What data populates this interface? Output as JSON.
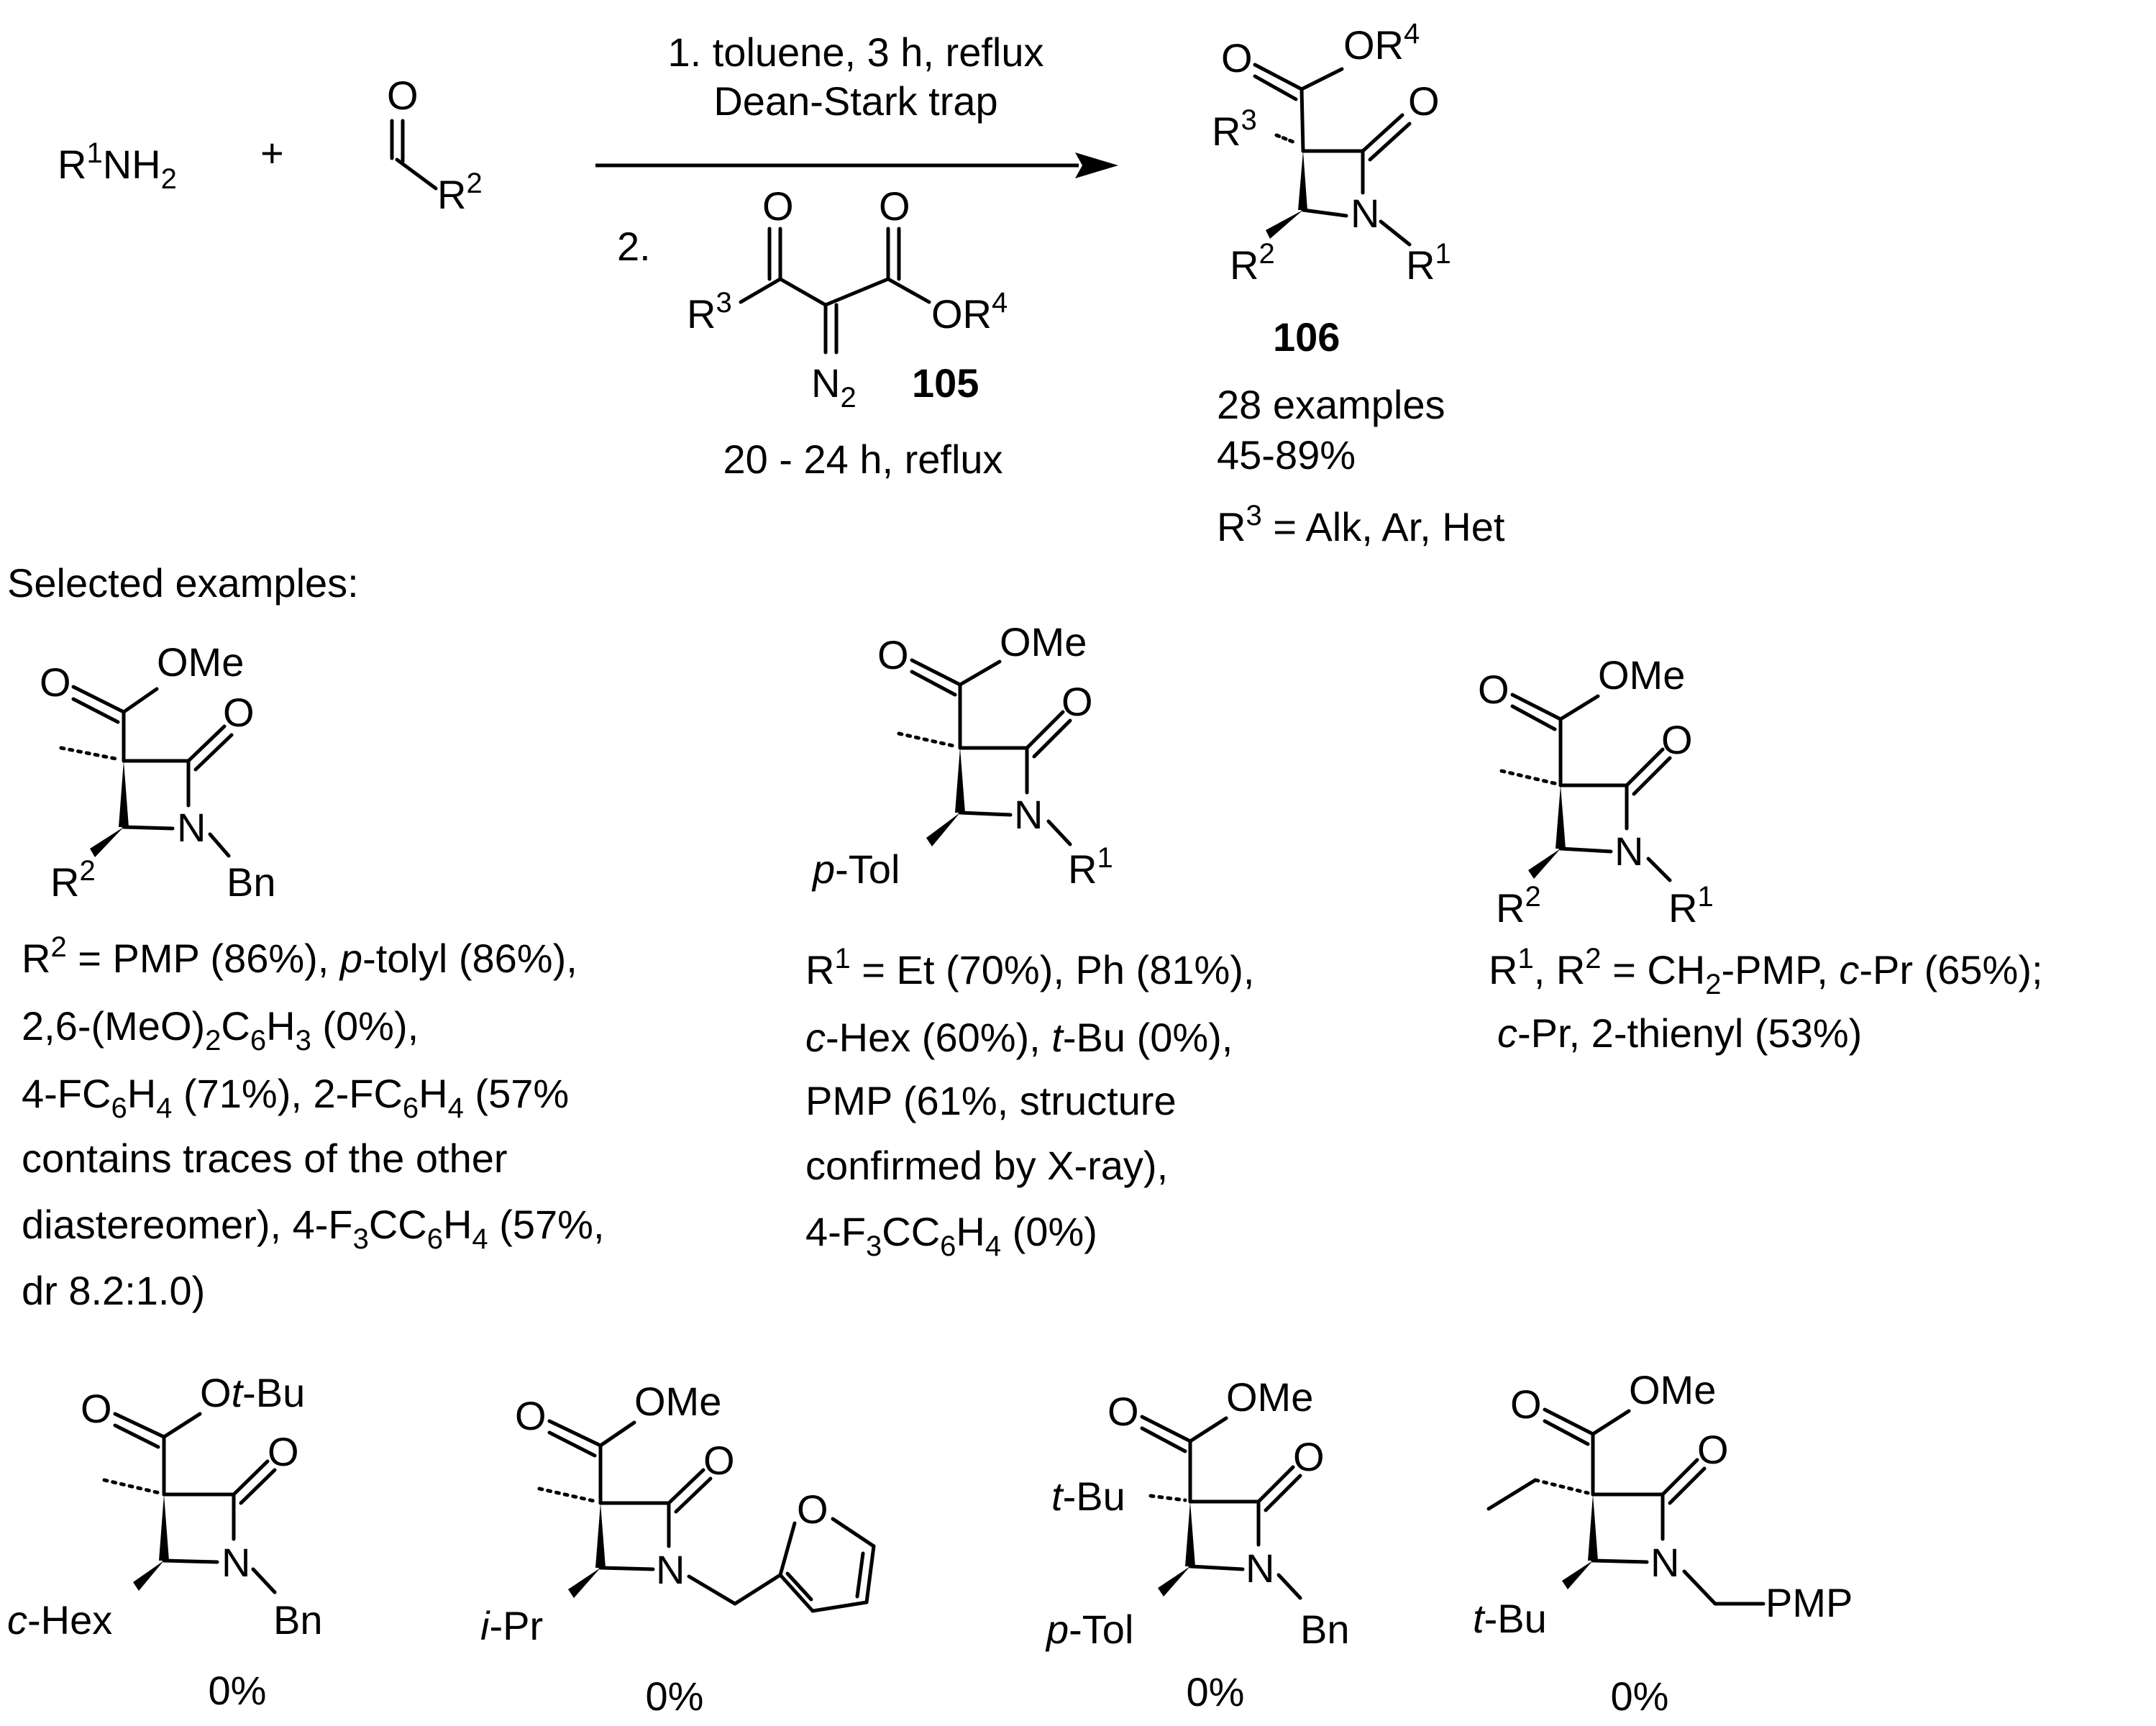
{
  "reactants": {
    "amine": {
      "pre": "R",
      "sup": "1",
      "mid": "NH",
      "sub": "2"
    },
    "plus": "+",
    "aldehyde": {
      "o": "O",
      "r": "R",
      "sup": "2"
    }
  },
  "conditions": {
    "step1_line1": "1. toluene, 3 h, reflux",
    "step1_line2": "Dean-Stark trap",
    "step2_num": "2.",
    "step2_time": "20 - 24 h, reflux"
  },
  "diazo_105": {
    "r3": "R",
    "r3_sup": "3",
    "o": "O",
    "or4": "OR",
    "or4_sup": "4",
    "n2": "N",
    "n2_sub": "2",
    "label": "105"
  },
  "product_106": {
    "o": "O",
    "or4": "OR",
    "or4_sup": "4",
    "r3": "R",
    "r3_sup": "3",
    "r2": "R",
    "r2_sup": "2",
    "n": "N",
    "r1": "R",
    "r1_sup": "1",
    "label": "106",
    "examples_count": "28 examples",
    "yield_range": "45-89%",
    "r3_scope": {
      "pre": "R",
      "sup": "3",
      "post": " = Alk, Ar, Het"
    }
  },
  "selected_title": "Selected examples:",
  "ex1": {
    "ome": "OMe",
    "o": "O",
    "n": "N",
    "bn": "Bn",
    "r2": "R",
    "r2_sup": "2",
    "note": {
      "l1_a": "R",
      "l1_sup": "2",
      "l1_b": " = PMP (86%), ",
      "l1_i": "p",
      "l1_c": "-tolyl (86%),",
      "l2_a": "2,6-(MeO)",
      "l2_s1": "2",
      "l2_b": "C",
      "l2_s2": "6",
      "l2_c": "H",
      "l2_s3": "3",
      "l2_d": " (0%),",
      "l3_a": "4-FC",
      "l3_s1": "6",
      "l3_b": "H",
      "l3_s2": "4",
      "l3_c": " (71%), 2-FC",
      "l3_s3": "6",
      "l3_d": "H",
      "l3_s4": "4",
      "l3_e": " (57%",
      "l4": "contains traces of the other",
      "l5_a": "diastereomer), 4-F",
      "l5_s1": "3",
      "l5_b": "CC",
      "l5_s2": "6",
      "l5_c": "H",
      "l5_s3": "4",
      "l5_d": " (57%,",
      "l6": "dr 8.2:1.0)"
    }
  },
  "ex2": {
    "ome": "OMe",
    "o": "O",
    "n": "N",
    "ptol_i": "p",
    "ptol": "-Tol",
    "r1": "R",
    "r1_sup": "1",
    "note": {
      "l1_a": "R",
      "l1_sup": "1",
      "l1_b": " = Et (70%), Ph (81%),",
      "l2_i1": "c",
      "l2_a": "-Hex (60%), ",
      "l2_i2": "t",
      "l2_b": "-Bu (0%),",
      "l3": "PMP (61%, structure",
      "l4": "confirmed by X-ray),",
      "l5_a": "4-F",
      "l5_s1": "3",
      "l5_b": "CC",
      "l5_s2": "6",
      "l5_c": "H",
      "l5_s3": "4",
      "l5_d": " (0%)"
    }
  },
  "ex3": {
    "ome": "OMe",
    "o": "O",
    "n": "N",
    "r2": "R",
    "r2_sup": "2",
    "r1": "R",
    "r1_sup": "1",
    "note": {
      "l1_a": "R",
      "l1_s1": "1",
      "l1_b": ", R",
      "l1_s2": "2",
      "l1_c": " = CH",
      "l1_s3": "2",
      "l1_d": "-PMP,  ",
      "l1_i": "c",
      "l1_e": "-Pr (65%);",
      "l2_i": "c",
      "l2_a": "-Pr,  2-thienyl  (53%)"
    }
  },
  "ex4": {
    "o": "O",
    "ot": "O",
    "ot_i": "t",
    "ot_b": "-Bu",
    "n": "N",
    "bn": "Bn",
    "chex_i": "c",
    "chex": "-Hex",
    "yield": "0%"
  },
  "ex5": {
    "o": "O",
    "ome": "OMe",
    "n": "N",
    "ipr_i": "i",
    "ipr": "-Pr",
    "furan_o": "O",
    "yield": "0%"
  },
  "ex6": {
    "o": "O",
    "ome": "OMe",
    "tbu_i": "t",
    "tbu": "-Bu",
    "n": "N",
    "bn": "Bn",
    "ptol_i": "p",
    "ptol": "-Tol",
    "yield": "0%"
  },
  "ex7": {
    "o": "O",
    "ome": "OMe",
    "n": "N",
    "pmp": "PMP",
    "tbu_i": "t",
    "tbu": "-Bu",
    "yield": "0%"
  }
}
